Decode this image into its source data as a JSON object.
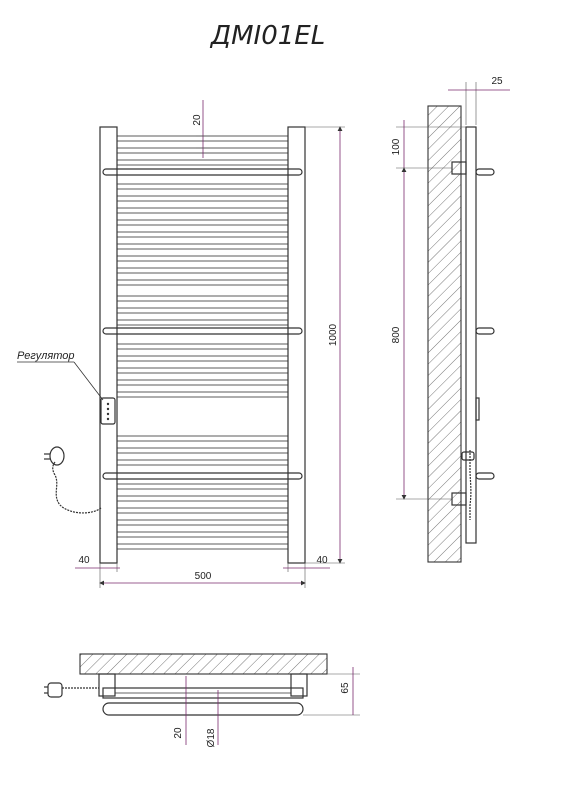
{
  "title": "ДМІ01EL",
  "front_view": {
    "regulator_label": "Регулятор",
    "dim_bar_gap": "20",
    "dim_height": "1000",
    "dim_width": "500",
    "dim_left_offset": "40",
    "dim_right_offset": "40"
  },
  "side_view": {
    "dim_wall_gap": "25",
    "dim_top": "100",
    "dim_mount_spacing": "800"
  },
  "top_view": {
    "dim_depth": "65",
    "dim_bar_gap": "20",
    "dim_diameter": "Ø18"
  }
}
